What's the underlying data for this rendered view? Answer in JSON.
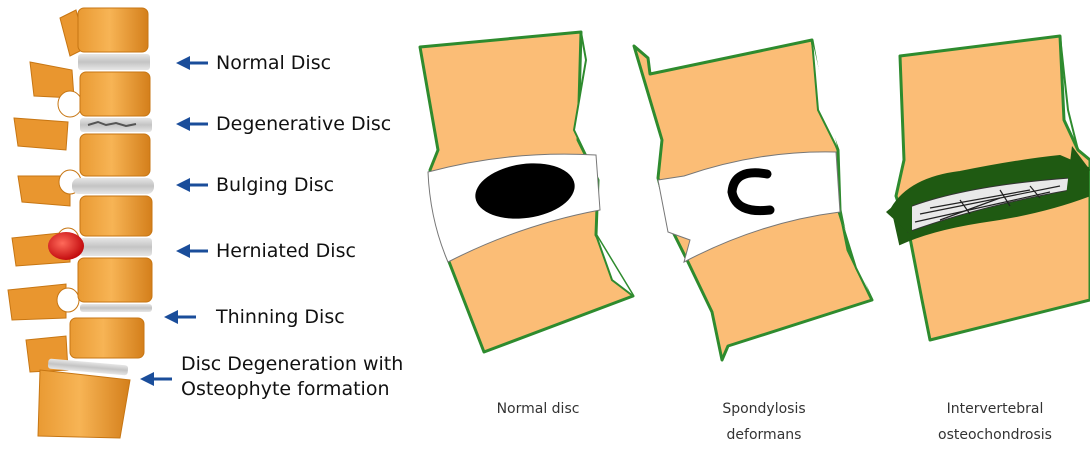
{
  "left_panel": {
    "labels": [
      "Normal Disc",
      "Degenerative Disc",
      "Bulging Disc",
      "Herniated Disc",
      "Thinning Disc",
      "Disc Degeneration with Osteophyte formation"
    ],
    "label_lines": {
      "multi_line_5": [
        "Disc Degeneration with",
        "Osteophyte formation"
      ]
    }
  },
  "right_panel": {
    "captions": [
      [
        "Normal disc"
      ],
      [
        "Spondylosis",
        "deformans"
      ],
      [
        "Intervertebral",
        "osteochondrosis"
      ]
    ]
  },
  "colors": {
    "vertebra_fill": "#fbbd76",
    "vertebra_outline": "#2e8b2e",
    "disc_white": "#ffffff",
    "nucleus_black": "#000000",
    "osteophyte_green": "#1f5a12",
    "spine_orange": "#f3a43a",
    "spine_dark": "#c77613",
    "disc_grey": "#cfcfcf",
    "herniation_red": "#e3151b",
    "arrow_blue": "#1a4d9a"
  }
}
